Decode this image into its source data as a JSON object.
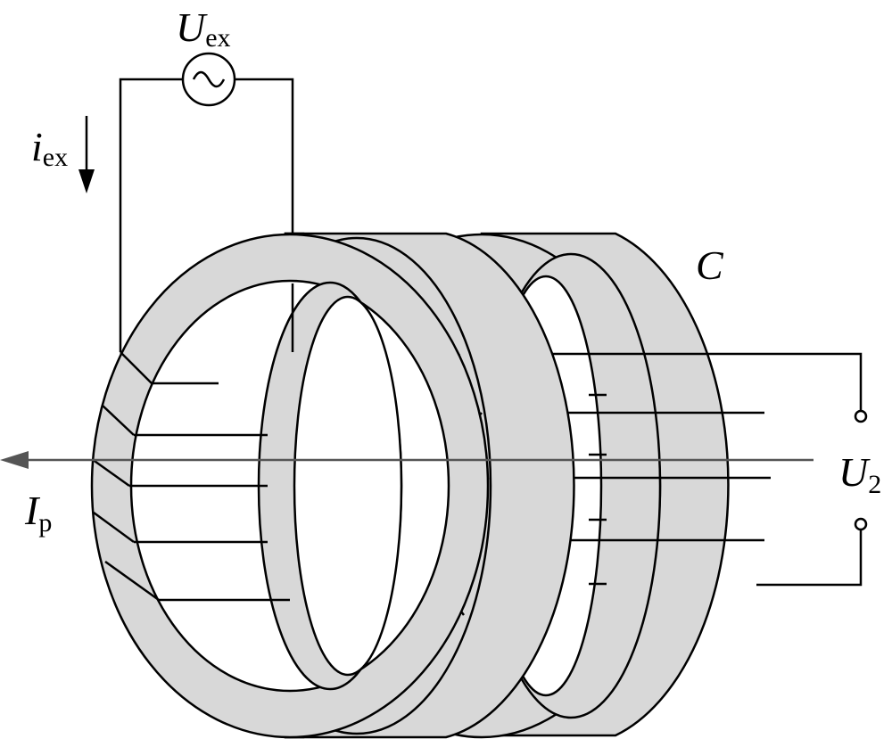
{
  "labels": {
    "excitation_voltage": {
      "symbol": "U",
      "subscript": "ex"
    },
    "excitation_current": {
      "symbol": "i",
      "subscript": "ex"
    },
    "core_label": {
      "symbol": "C"
    },
    "output_voltage": {
      "symbol": "U",
      "subscript": "2"
    },
    "primary_current": {
      "symbol": "I",
      "subscript": "p"
    }
  },
  "colors": {
    "core_fill": "#d8d8d8",
    "line": "#000000",
    "axis_line": "#555555",
    "background": "#ffffff"
  },
  "icons": {
    "ac_source": "ac-source-icon",
    "current_arrow": "down-arrow-icon",
    "axis_arrow": "left-arrow-icon"
  }
}
